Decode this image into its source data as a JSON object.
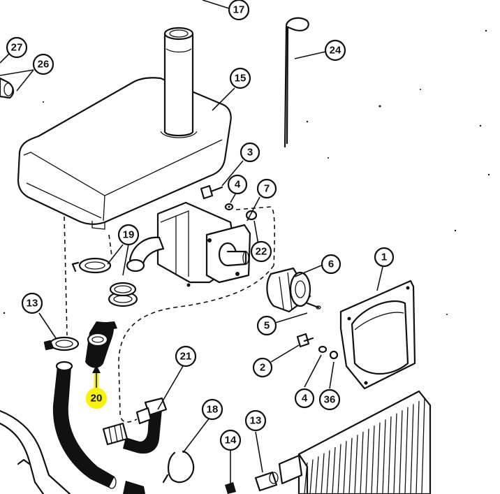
{
  "diagram": {
    "highlight_color": "#f7f20d",
    "callouts": [
      {
        "id": "c17",
        "label": "17"
      },
      {
        "id": "c27",
        "label": "27"
      },
      {
        "id": "c26",
        "label": "26"
      },
      {
        "id": "c24",
        "label": "24"
      },
      {
        "id": "c15",
        "label": "15"
      },
      {
        "id": "c3",
        "label": "3"
      },
      {
        "id": "c4a",
        "label": "4"
      },
      {
        "id": "c7",
        "label": "7"
      },
      {
        "id": "c19",
        "label": "19"
      },
      {
        "id": "c22",
        "label": "22"
      },
      {
        "id": "c1",
        "label": "1"
      },
      {
        "id": "c6",
        "label": "6"
      },
      {
        "id": "c13a",
        "label": "13"
      },
      {
        "id": "c5",
        "label": "5"
      },
      {
        "id": "c2",
        "label": "2"
      },
      {
        "id": "c21",
        "label": "21"
      },
      {
        "id": "c20",
        "label": "20",
        "highlighted": true
      },
      {
        "id": "c4b",
        "label": "4"
      },
      {
        "id": "c36",
        "label": "36"
      },
      {
        "id": "c18",
        "label": "18"
      },
      {
        "id": "c13b",
        "label": "13"
      },
      {
        "id": "c14",
        "label": "14"
      }
    ]
  }
}
